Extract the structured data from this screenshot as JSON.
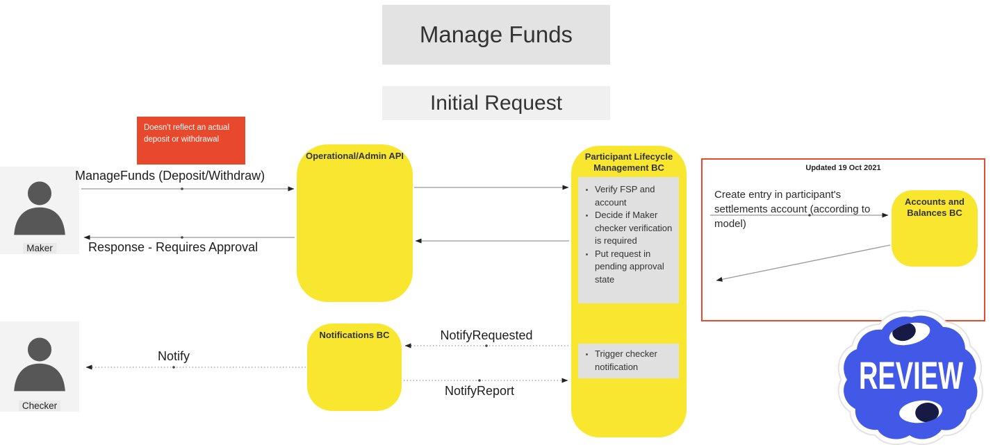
{
  "page": {
    "title_main": "Manage Funds",
    "title_sub": "Initial Request"
  },
  "note": {
    "text": "Doesn't reflect an actual deposit or withdrawal"
  },
  "actors": {
    "maker": "Maker",
    "checker": "Checker"
  },
  "boxes": {
    "op_api": {
      "title": "Operational/Admin API"
    },
    "plm": {
      "title": "Participant Lifecycle Management BC",
      "tasks": [
        "Verify FSP and account",
        "Decide if Maker checker verification is required",
        "Put request in pending approval state"
      ],
      "tasks2": [
        "Trigger checker notification"
      ]
    },
    "notifications": {
      "title": "Notifications BC"
    },
    "accounts_balances": {
      "title": "Accounts and Balances BC"
    }
  },
  "messages": {
    "manage_funds": "ManageFunds (Deposit/Withdraw)",
    "response": "Response - Requires Approval",
    "notify_requested": "NotifyRequested",
    "notify": "Notify",
    "notify_report": "NotifyReport",
    "create_entry": "Create entry in participant's settlements account (according to model)"
  },
  "annotation_box": {
    "updated": "Updated 19 Oct 2021"
  },
  "sticker": {
    "label": "REVIEW"
  },
  "colors": {
    "yellow": "#F9E72F",
    "red": "#E8492D",
    "blue": "#4259E8",
    "navy": "#161A45",
    "panel_gray": "#E0E0E0",
    "actor_gray": "#F3F3F3",
    "title_bar_dark": "#E3E3E3",
    "title_bar_light": "#F0F0F0",
    "line_gray": "#999999",
    "arrowhead": "#222222"
  }
}
